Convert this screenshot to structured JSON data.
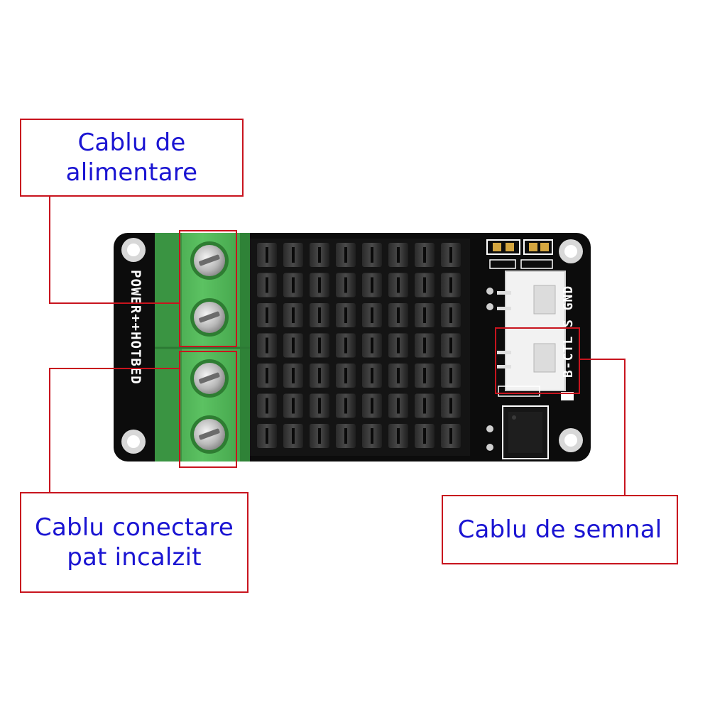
{
  "callouts": {
    "power": {
      "line1": "Cablu de",
      "line2": "alimentare"
    },
    "heated_bed": {
      "line1": "Cablu conectare",
      "line2": "pat incalzit"
    },
    "signal": {
      "label": "Cablu de semnal"
    }
  },
  "board": {
    "left_silkscreen": "POWER++HOTBED",
    "right_silkscreen": "B-CTL S GND"
  },
  "colors": {
    "callout_border": "#c8141e",
    "callout_text": "#1a14d2",
    "pcb": "#0c0c0c",
    "terminal_green": "#4caf50"
  }
}
